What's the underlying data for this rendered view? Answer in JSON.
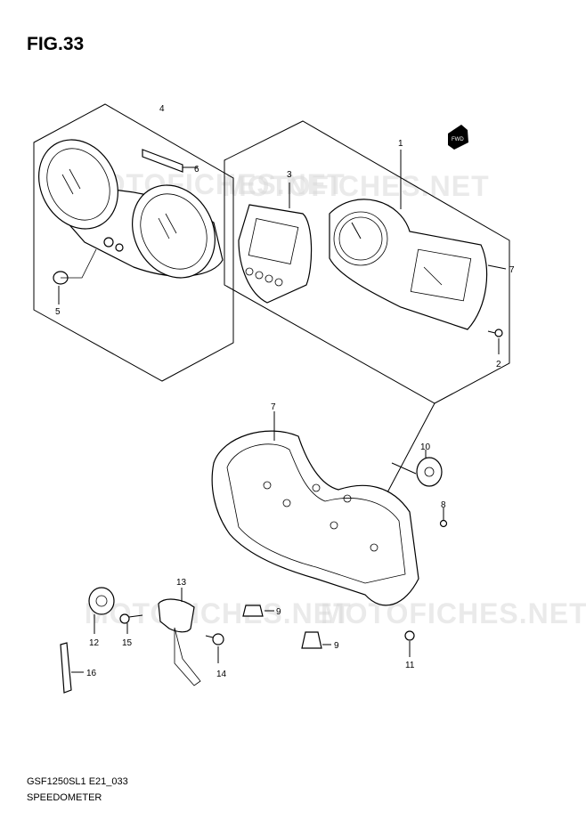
{
  "figure": {
    "title": "FIG.33"
  },
  "footer": {
    "code": "GSF1250SL1 E21_033",
    "name": "SPEEDOMETER"
  },
  "watermark": {
    "text": "MOTOFICHES.NET"
  },
  "fwd_mark": "FWD",
  "callouts": [
    "1",
    "2",
    "3",
    "4",
    "5",
    "6",
    "7",
    "7",
    "8",
    "9",
    "9",
    "10",
    "11",
    "12",
    "13",
    "14",
    "15",
    "16"
  ],
  "colors": {
    "line": "#000000",
    "background": "#ffffff",
    "watermark": "#d9d9d9"
  }
}
